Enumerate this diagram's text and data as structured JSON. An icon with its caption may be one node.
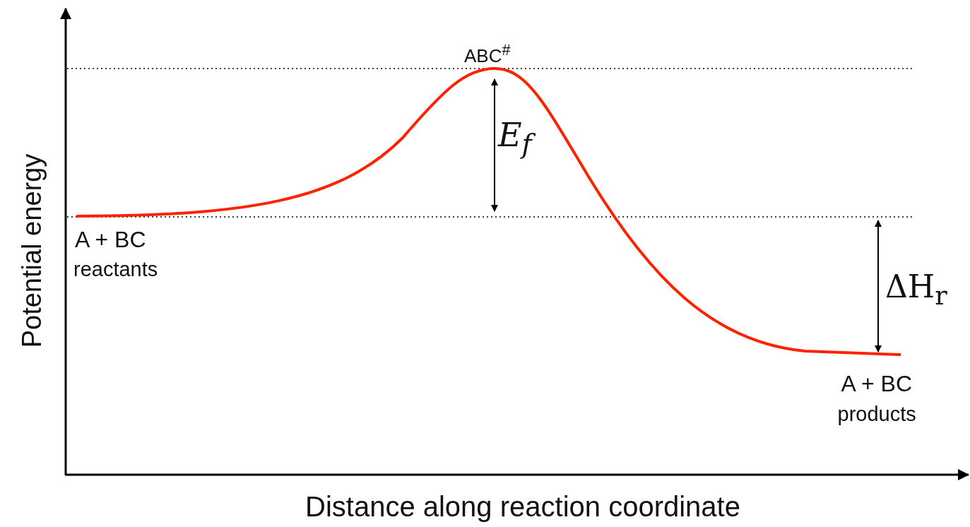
{
  "diagram": {
    "labels": [
      "ABC$^{#}$",
      "E$_{f}$",
      "Potential energy",
      "A + BC",
      "reactants",
      "ΔH$_{r}$",
      "A + BC",
      "products",
      "Distance along reaction coordinate"
    ]
  }
}
